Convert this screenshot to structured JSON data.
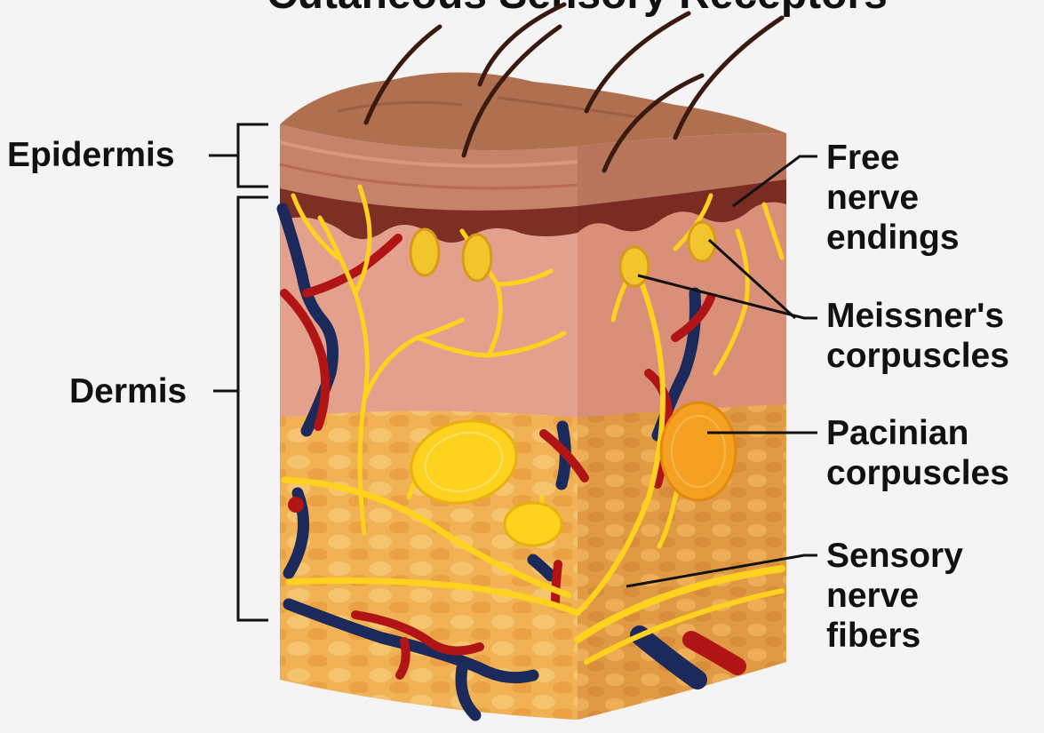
{
  "title": "Cutaneous Sensory Receptors",
  "labels": {
    "epidermis": "Epidermis",
    "dermis": "Dermis",
    "free_nerve_endings": [
      "Free",
      "nerve",
      "endings"
    ],
    "meissners_corpuscles": [
      "Meissner's",
      "corpuscles"
    ],
    "pacinian_corpuscles": [
      "Pacinian",
      "corpuscles"
    ],
    "sensory_nerve_fibers": [
      "Sensory",
      "nerve",
      "fibers"
    ]
  },
  "colors": {
    "background": "#f4f4f4",
    "epidermis_skin": "#b07050",
    "dermis_pink": "#e3a08c",
    "hypodermis_fat": "#f1b155",
    "nerve_yellow": "#ffd21f",
    "artery_red": "#b01414",
    "vein_blue": "#1b2a5a",
    "pacinian_orange": "#f5a020",
    "label_text": "#111111"
  }
}
